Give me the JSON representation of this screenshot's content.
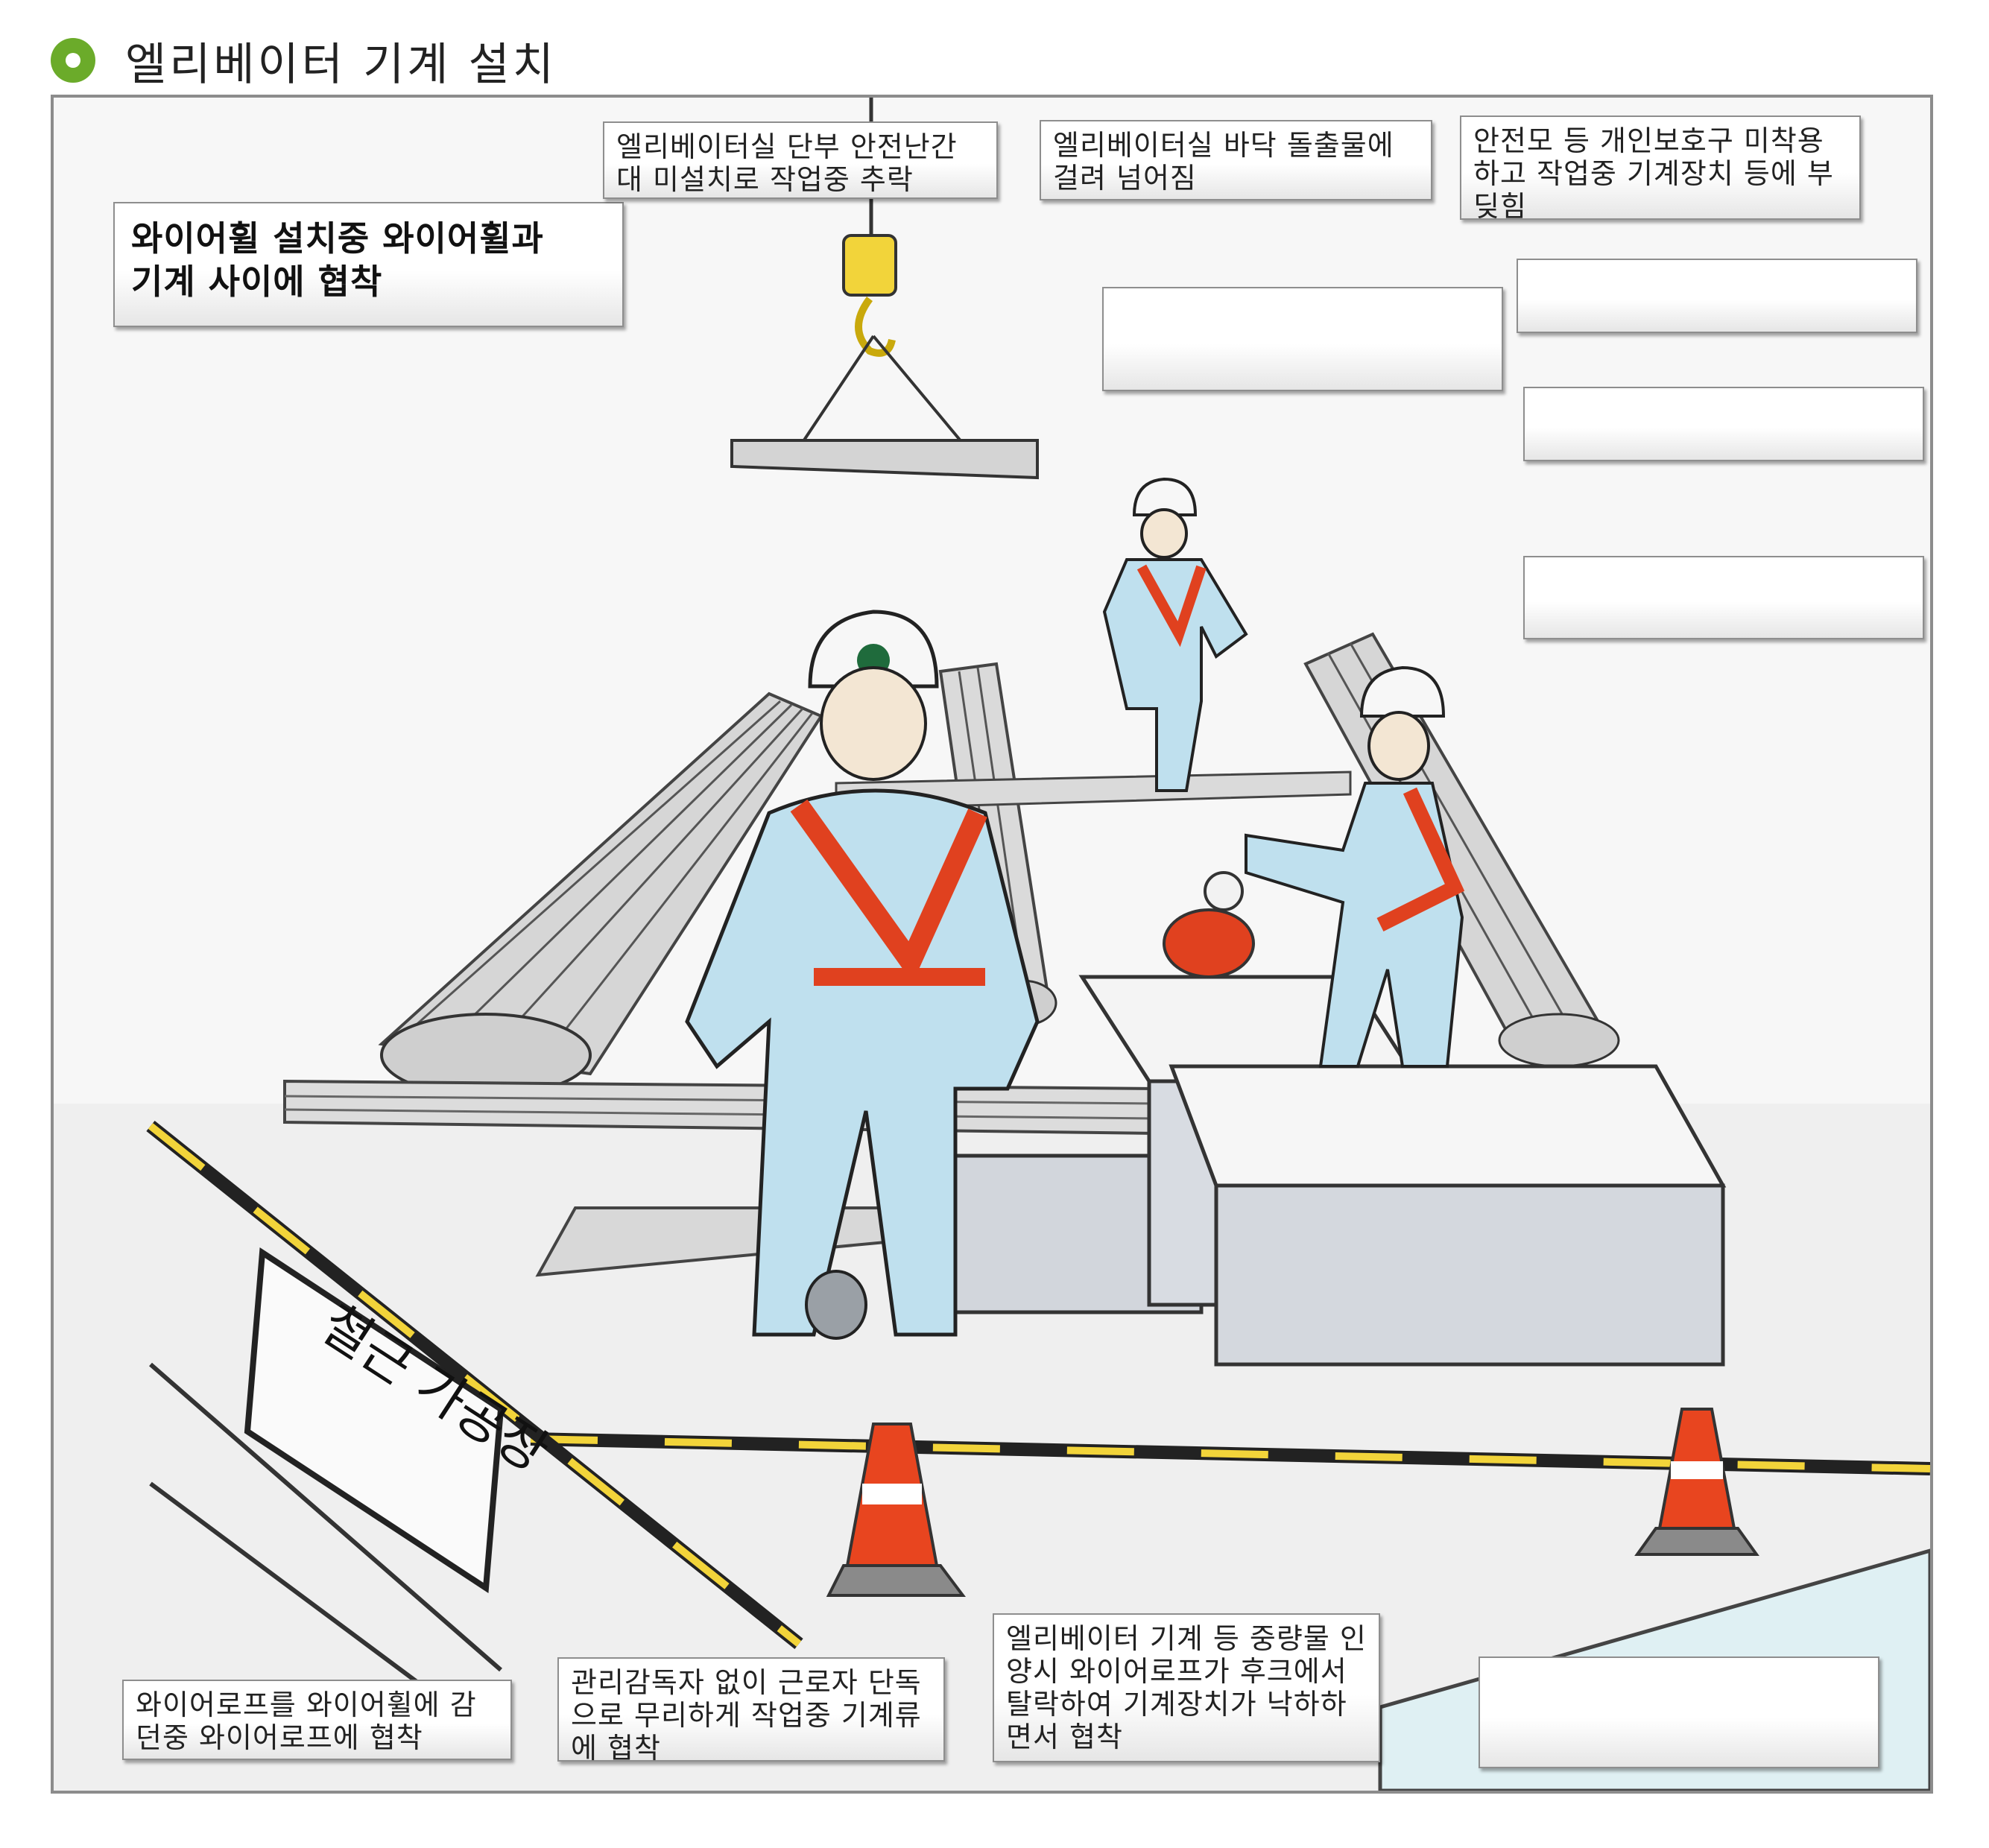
{
  "header": {
    "title": "엘리베이터 기계 설치"
  },
  "sign": {
    "text": "철근 가공장"
  },
  "bubbles": {
    "wire_wheel": "와이어휠 설치중 와이어휠과\n기계 사이에 협착",
    "fall": "엘리베이터실 단부 안전난간\n대 미설치로 작업중 추락",
    "trip": "엘리베이터실 바닥 돌출물에\n걸려 넘어짐",
    "ppe": "안전모 등 개인보호구 미착용\n하고 작업중 기계장치 등에 부\n딪힘",
    "empty_1": "",
    "empty_2": "",
    "empty_3": "",
    "empty_4": "",
    "empty_5": "",
    "wire_rope": "와이어로프를 와이어휠에 감\n던중 와이어로프에 협착",
    "no_supervisor": "관리감독자 없이 근로자 단독\n으로 무리하게 작업중 기계류\n에 협착",
    "hook_drop": "엘리베이터 기계 등 중량물 인\n양시 와이어로프가 후크에서\n탈락하여 기계장치가 낙하하\n면서 협착"
  },
  "colors": {
    "bullet": "#6bab2a",
    "vest": "#e0411f",
    "uniform": "#bfe0ee",
    "caution_tape": "#f2d43a",
    "cone": "#e8451f"
  }
}
